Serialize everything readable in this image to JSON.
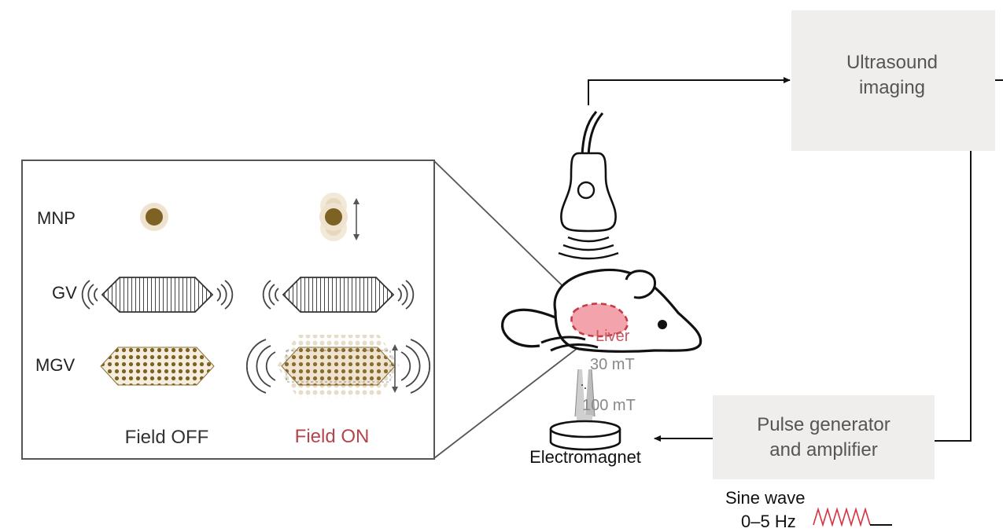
{
  "inset": {
    "rows": {
      "mnp": "MNP",
      "gv": "GV",
      "mgv": "MGV"
    },
    "columns": {
      "off": "Field OFF",
      "on": "Field ON"
    }
  },
  "mouse": {
    "organ": "Liver"
  },
  "field": {
    "upper": "30 mT",
    "lower": "100 mT"
  },
  "devices": {
    "electromagnet": "Electromagnet",
    "ultrasound_line1": "Ultrasound",
    "ultrasound_line2": "imaging",
    "pulse_line1": "Pulse generator",
    "pulse_line2": "and amplifier"
  },
  "signal": {
    "type": "Sine wave",
    "frequency": "0–5 Hz"
  },
  "colors": {
    "particle_core": "#7d6224",
    "particle_halo": "#efe3cf",
    "liver": "#f2a3ab",
    "liver_outline": "#c43c45",
    "field_on_text": "#b5444d",
    "box_fill": "#efeeec",
    "frame": "#555555",
    "wave": "#d9323f"
  }
}
